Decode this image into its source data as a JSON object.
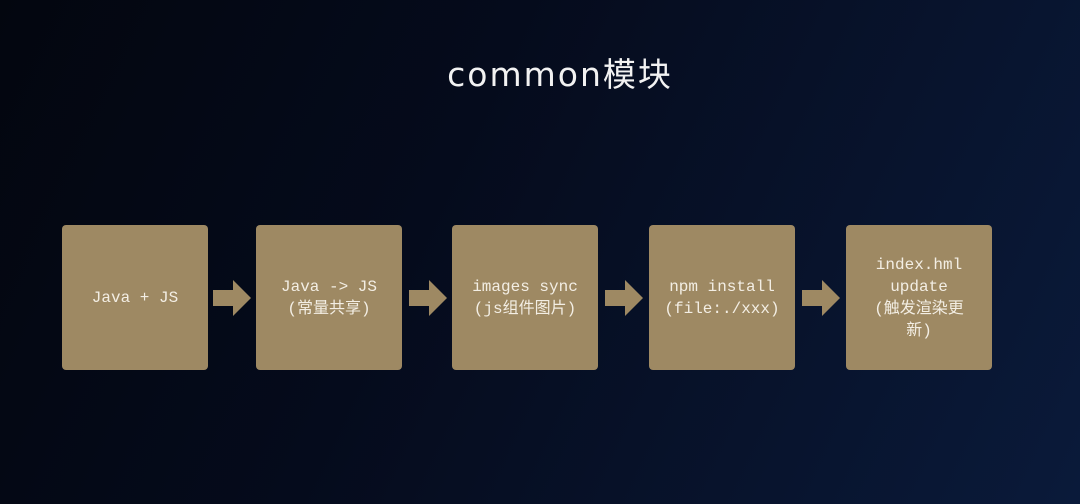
{
  "title": "common模块",
  "colors": {
    "box_fill": "#9e8963",
    "box_text": "#f3eee4",
    "background_start": "#03060f",
    "background_end": "#0a1a3a",
    "title": "#f2f2f2"
  },
  "steps": [
    {
      "lines": [
        "Java + JS"
      ]
    },
    {
      "lines": [
        "Java -> JS",
        "(常量共享)"
      ]
    },
    {
      "lines": [
        "images sync",
        "(js组件图片)"
      ]
    },
    {
      "lines": [
        "npm install",
        "(file:./xxx)"
      ]
    },
    {
      "lines": [
        "index.hml",
        "update",
        "(触发渲染更",
        "新)"
      ]
    }
  ],
  "connectors": [
    "arrow-right-icon",
    "arrow-right-icon",
    "arrow-right-icon",
    "arrow-right-icon"
  ]
}
